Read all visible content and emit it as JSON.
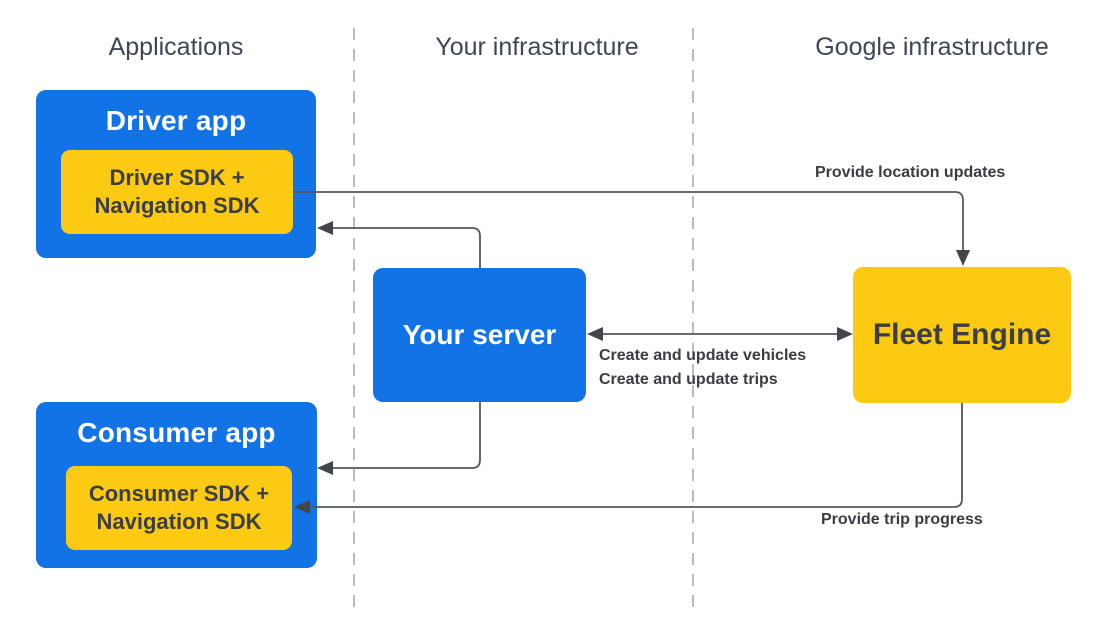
{
  "colors": {
    "blue": "#1273e6",
    "yellow": "#fcc913",
    "line": "#54575d",
    "arrow": "#42454b",
    "dashed": "#a7acb1",
    "header_text": "#3d4756",
    "label_text": "#3a3d43",
    "dark_text": "#3a3e45",
    "light_text": "#ffffff",
    "background": "#ffffff"
  },
  "columns": [
    {
      "label": "Applications"
    },
    {
      "label": "Your infrastructure"
    },
    {
      "label": "Google infrastructure"
    }
  ],
  "nodes": {
    "driver_app": {
      "title": "Driver app",
      "sdk_line1": "Driver SDK +",
      "sdk_line2": "Navigation SDK"
    },
    "consumer_app": {
      "title": "Consumer app",
      "sdk_line1": "Consumer SDK +",
      "sdk_line2": "Navigation SDK"
    },
    "your_server": {
      "title": "Your server"
    },
    "fleet_engine": {
      "title": "Fleet Engine"
    }
  },
  "edges": {
    "provide_location_updates": "Provide location updates",
    "create_update_vehicles": "Create and update vehicles",
    "create_update_trips": "Create and update trips",
    "provide_trip_progress": "Provide trip progress"
  }
}
